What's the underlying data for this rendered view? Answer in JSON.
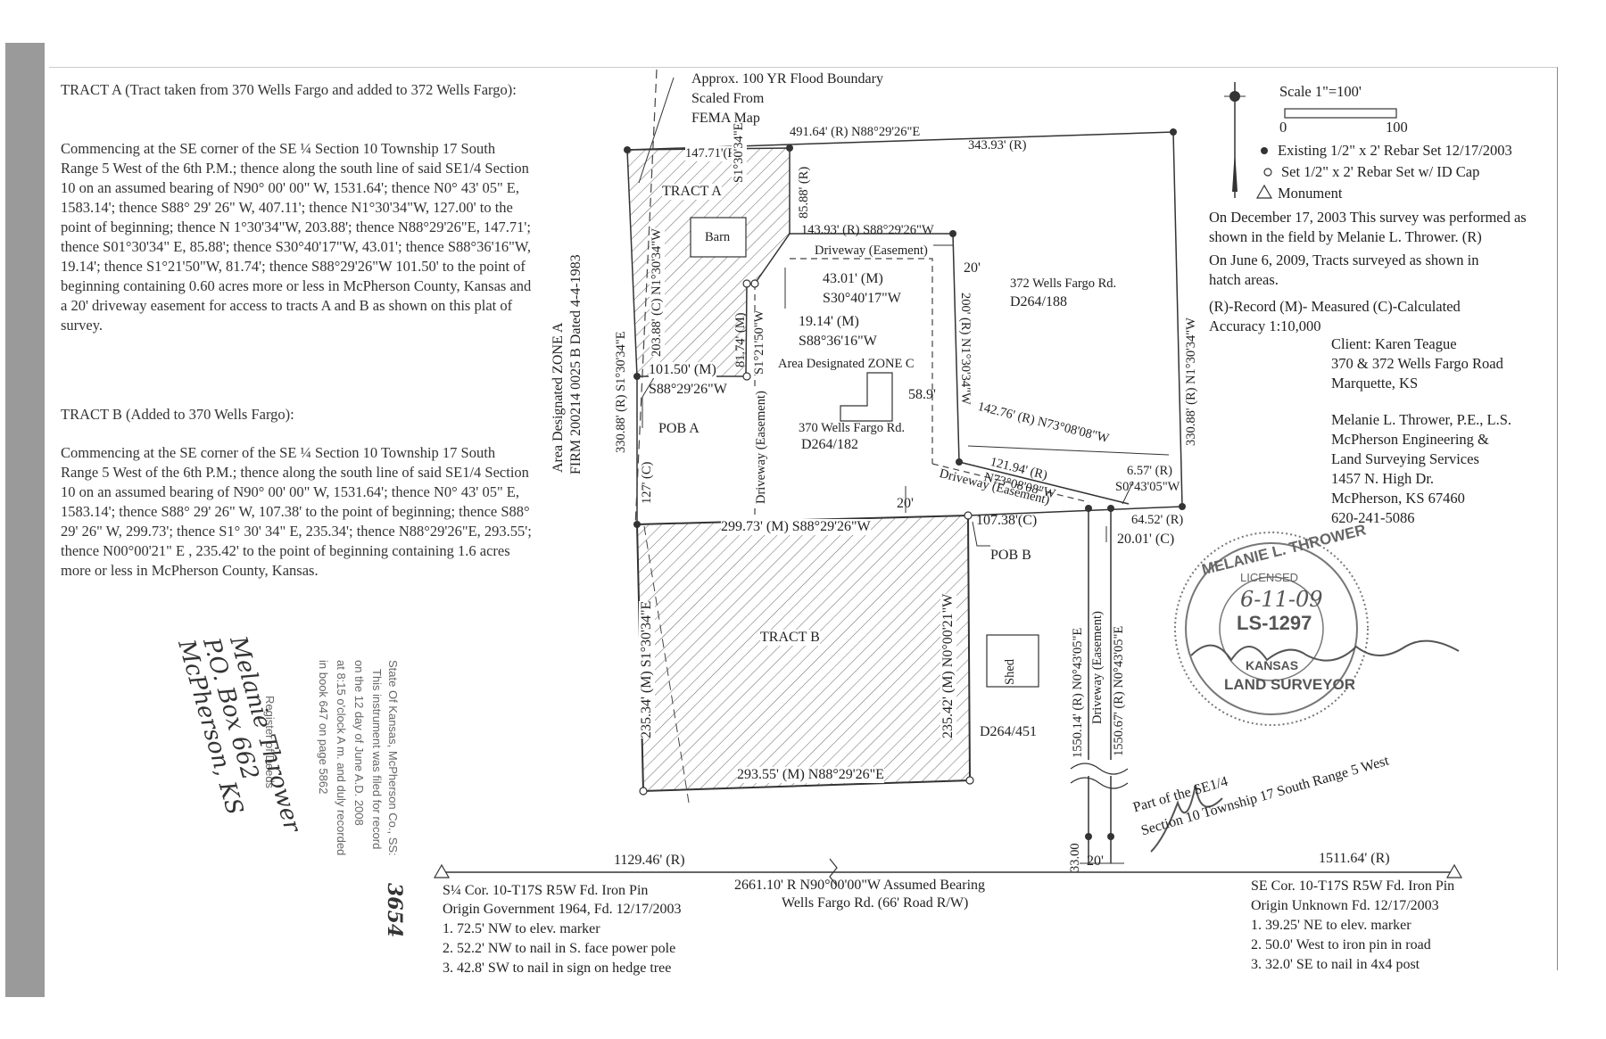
{
  "tract_a": {
    "heading": "TRACT A (Tract taken from 370 Wells Fargo and added to 372 Wells Fargo):",
    "description": "Commencing at the SE corner of the SE ¼ Section 10 Township 17 South Range 5 West of the 6th P.M.; thence along the south line of said SE1/4 Section 10 on an assumed bearing of N90° 00' 00\" W, 1531.64'; thence N0° 43' 05\" E, 1583.14'; thence S88° 29' 26\" W, 407.11'; thence N1°30'34\"W, 127.00' to the point of beginning; thence N 1°30'34\"W, 203.88'; thence N88°29'26\"E, 147.71'; thence S01°30'34\" E, 85.88'; thence S30°40'17\"W, 43.01'; thence S88°36'16\"W, 19.14'; thence S1°21'50\"W, 81.74'; thence S88°29'26\"W 101.50' to the point of beginning containing 0.60 acres more or less in McPherson County, Kansas and a 20' driveway easement for access to tracts A and B as shown on this plat of survey."
  },
  "tract_b": {
    "heading": "TRACT B (Added to 370 Wells Fargo):",
    "description": "Commencing at the SE corner of the SE ¼ Section 10 Township 17 South Range 5 West of the 6th P.M.; thence along the south line of said SE1/4 Section 10 on an assumed bearing of N90° 00' 00\" W, 1531.64'; thence N0° 43' 05\" E, 1583.14'; thence S88° 29' 26\" W, 107.38' to the point of beginning; thence S88° 29' 26\" W, 299.73'; thence S1° 30' 34\" E, 235.34'; thence N88°29'26\"E, 293.55'; thence N00°00'21\" E , 235.42' to the point of beginning containing 1.6 acres more or less in McPherson County, Kansas."
  },
  "legend": {
    "scale_label": "Scale 1\"=100'",
    "scale_0": "0",
    "scale_100": "100",
    "existing_rebar": "Existing 1/2\" x 2' Rebar Set 12/17/2003",
    "set_rebar": "Set 1/2\" x 2' Rebar Set w/ ID Cap",
    "monument": "Monument",
    "survey_note_1": "On December 17, 2003 This survey was performed as shown in the field by Melanie L. Thrower. (R)",
    "survey_note_2": "On June 6, 2009, Tracts surveyed as shown in hatch areas.",
    "abbrev": "(R)-Record (M)- Measured (C)-Calculated",
    "accuracy": "Accuracy 1:10,000"
  },
  "client": {
    "line1": "Client: Karen Teague",
    "line2": "370 & 372 Wells Fargo Road",
    "line3": "Marquette, KS"
  },
  "surveyor": {
    "name": "Melanie L. Thrower, P.E., L.S.",
    "firm1": "McPherson Engineering &",
    "firm2": "Land Surveying Services",
    "address": "1457 N. High Dr.",
    "city": "McPherson, KS 67460",
    "phone": "620-241-5086"
  },
  "seal": {
    "top": "MELANIE L. THROWER",
    "licensed": "LICENSED",
    "date": "6-11-09",
    "number": "LS-1297",
    "state": "KANSAS",
    "bottom": "LAND SURVEYOR"
  },
  "plat": {
    "flood1": "Approx. 100 YR Flood Boundary",
    "flood2": "Scaled From",
    "flood3": "FEMA Map",
    "top_line": "491.64' (R) N88°29'26\"E",
    "top_right": "343.93' (R)",
    "a_top": "147.71'(R)",
    "tract_a": "TRACT A",
    "barn": "Barn",
    "a_right_v": "S1°30'34\"E",
    "a_right_d": "85.88' (R)",
    "a_left_v": "203.88' (C) N1°30'34\"W",
    "mid_line": "143.93' (R) S88°29'26\"W",
    "driveway_top": "Driveway (Easement)",
    "d1": "43.01' (M)",
    "d1b": "S30°40'17\"W",
    "d2": "19.14' (M)",
    "d2b": "S88°36'16\"W",
    "twenty_a": "20'",
    "v_81": "81.74' (M)",
    "v_s1": "S1°21'50\"W",
    "zone_c": "Area Designated ZONE C",
    "d101": "101.50' (M)",
    "d101b": "S88°29'26\"W",
    "pob_a": "POB A",
    "v_330l": "330.88' (R) S1°30'34\"E",
    "v_127": "127' (C)",
    "drive_v": "Driveway (Easement)",
    "fifty8": "58.9'",
    "addr370": "370 Wells Fargo Rd.",
    "d264_182": "D264/182",
    "addr372": "372 Wells Fargo Rd.",
    "d264_188": "D264/188",
    "v_200": "200' (R) N1°30'34\"W",
    "d142": "142.76' (R) N73°08'08\"W",
    "d121": "121.94' (R)",
    "d121b": "N73°08'08\"W",
    "drive_diag": "Driveway (Easement)",
    "d657": "6.57' (R)",
    "d657b": "S0°43'05\"W",
    "v_330r": "330.88' (R) N1°30'34\"W",
    "twenty_b": "20'",
    "b_top": "299.73' (M) S88°29'26\"W",
    "d107": "107.38'(C)",
    "pob_b": "POB B",
    "d6452": "64.52' (R)",
    "d2001": "20.01' (C)",
    "zone_a1": "Area Designated ZONE A",
    "zone_a2": "FIRM 200214 0025 B Dated 4-4-1983",
    "b_left": "235.34' (M) S1°30'34\"E",
    "tract_b": "TRACT B",
    "b_right": "235.42' (M) N0°00'21\"W",
    "shed": "Shed",
    "d264_451": "D264/451",
    "b_bottom": "293.55' (M) N88°29'26\"E",
    "v1550r": "1550.14' (R) N0°43'05\"E",
    "v_drive": "Driveway (Easement)",
    "v1550m": "1550.67' (R) N0°43'05\"E",
    "part1": "Part of the SE1/4",
    "part2": "Section 10 Township 17 South Range 5 West",
    "v33": "33.00",
    "twenty_c": "20'",
    "d1129": "1129.46' (R)",
    "d1511": "1511.64' (R)",
    "road1": "2661.10' R N90°00'00\"W Assumed Bearing",
    "road2": "Wells Fargo Rd. (66' Road R/W)"
  },
  "corner_left": {
    "l1": "S¼ Cor. 10-T17S R5W Fd. Iron Pin",
    "l2": "Origin Government 1964, Fd. 12/17/2003",
    "l3": "1.  72.5' NW to elev. marker",
    "l4": "2.  52.2' NW to nail in S. face power pole",
    "l5": "3.  42.8' SW to nail in sign on hedge tree"
  },
  "corner_right": {
    "l1": "SE Cor. 10-T17S R5W Fd. Iron Pin",
    "l2": "Origin Unknown Fd. 12/17/2003",
    "l3": "1.  39.25' NE to elev. marker",
    "l4": "2.  50.0' West to iron pin in road",
    "l5": "3.  32.0' SE to nail in 4x4 post"
  },
  "recording": {
    "l1": "State Of Kansas, McPherson Co., SS:",
    "l2": "This instrument was filed for record",
    "l3": "on the 12 day of June A.D. 2008",
    "l4": "at 8:15 o'clock A m. and duly recorded",
    "l5": "in book 647 on page 5862",
    "l6": "Register of Deeds",
    "number": "3654"
  },
  "handwritten": {
    "l1": "Melanie Thrower",
    "l2": "P.O. Box 662",
    "l3": "McPherson, KS"
  }
}
